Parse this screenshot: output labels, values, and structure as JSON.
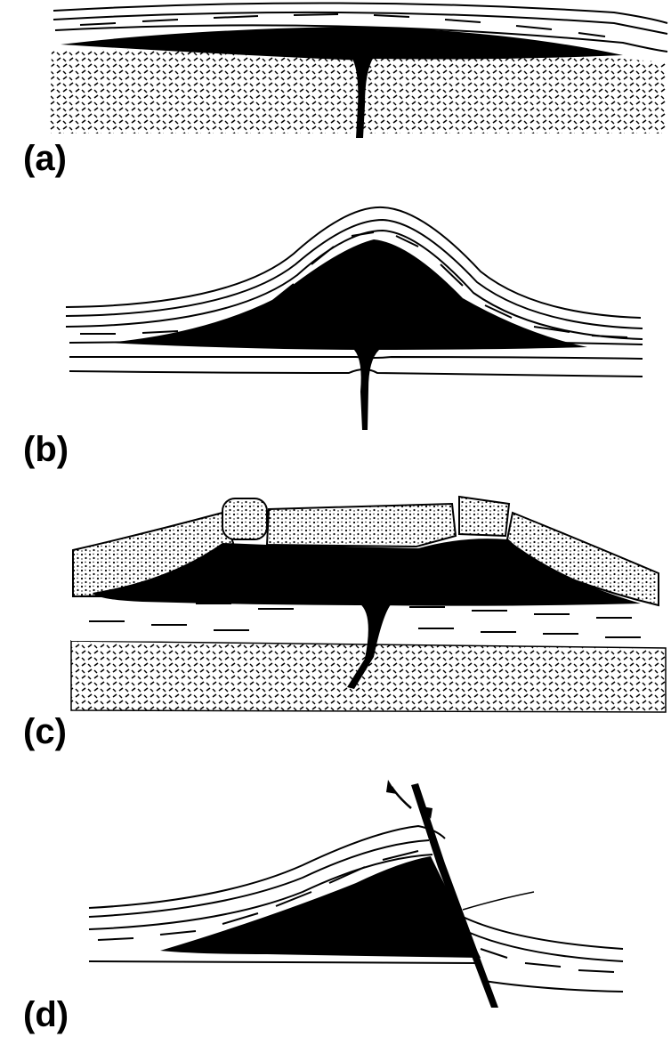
{
  "figure": {
    "panels": [
      {
        "id": "a",
        "label": "(a)"
      },
      {
        "id": "b",
        "label": "(b)"
      },
      {
        "id": "c",
        "label": "(c)"
      },
      {
        "id": "d",
        "label": "(d)"
      }
    ]
  },
  "colors": {
    "ink": "#000000",
    "paper": "#ffffff"
  },
  "icons": [
    "feeder-dike-icon",
    "fault-arrow-icon"
  ]
}
